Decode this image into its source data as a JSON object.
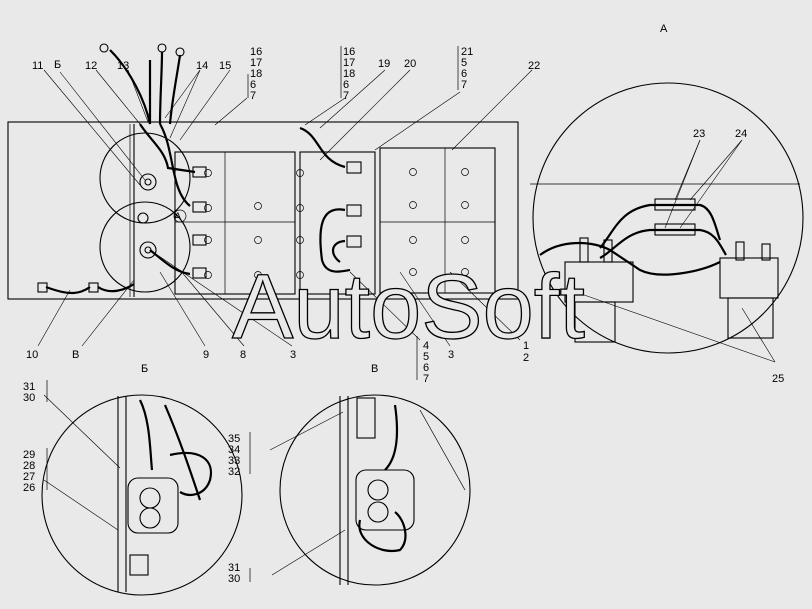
{
  "views": {
    "a": "А",
    "b": "Б",
    "v": "В",
    "a_ref": "А",
    "b_ref": "Б",
    "v_ref": "В"
  },
  "watermark": "AutoSoft",
  "callouts": {
    "c1": "1",
    "c2": "2",
    "c3a": "3",
    "c3b": "3",
    "c8": "8",
    "c9": "9",
    "c10": "10",
    "c11": "11",
    "c12": "12",
    "c13": "13",
    "c14": "14",
    "c15": "15",
    "c19": "19",
    "c20": "20",
    "c22": "22",
    "c23": "23",
    "c24": "24",
    "c25": "25"
  },
  "stacks": {
    "s1": [
      "16",
      "17",
      "18",
      "6",
      "7"
    ],
    "s2": [
      "16",
      "17",
      "18",
      "6",
      "7"
    ],
    "s3": [
      "21",
      "5",
      "6",
      "7"
    ],
    "s4": [
      "4",
      "5",
      "6",
      "7"
    ],
    "s5": [
      "31",
      "30"
    ],
    "s6": [
      "29",
      "28",
      "27",
      "26"
    ],
    "s7": [
      "35",
      "34",
      "33",
      "32"
    ],
    "s8": [
      "31",
      "30"
    ]
  }
}
